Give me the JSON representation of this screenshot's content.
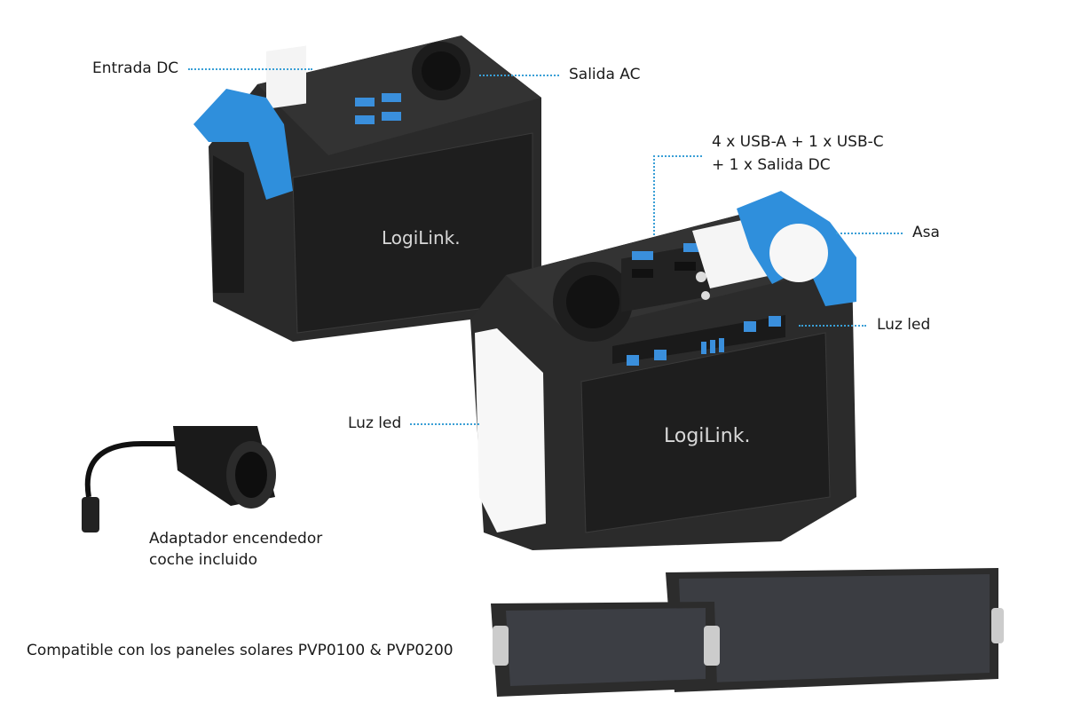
{
  "brand_logo": "LogiLink",
  "callouts": {
    "dc_input": "Entrada DC",
    "ac_output": "Salida AC",
    "ports_line1": "4 x USB-A + 1 x USB-C",
    "ports_line2": "+ 1 x Salida DC",
    "handle": "Asa",
    "led_light_top": "Luz led",
    "led_light_side": "Luz led",
    "adapter_line1": "Adaptador encendedor",
    "adapter_line2": "coche incluido",
    "solar_compat": "Compatible con los paneles solares PVP0100 & PVP0200"
  },
  "colors": {
    "accent_blue": "#2f8fdc",
    "body": "#2b2b2b",
    "leader_line": "#3a9fd6"
  }
}
